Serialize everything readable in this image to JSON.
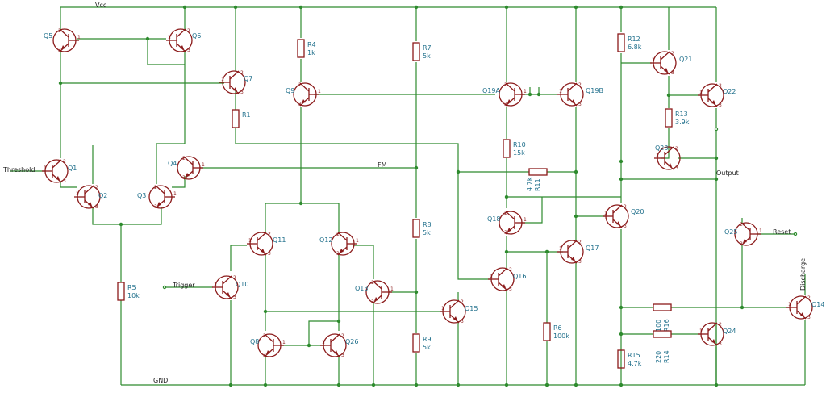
{
  "nets": {
    "vcc": "Vcc",
    "gnd": "GND",
    "fm": "FM",
    "threshold": "Threshold",
    "trigger": "Trigger",
    "reset": "Reset",
    "output": "Output",
    "discharge": "Discharge"
  },
  "transistors": {
    "Q1": "Q1",
    "Q2": "Q2",
    "Q3": "Q3",
    "Q4": "Q4",
    "Q5": "Q5",
    "Q6": "Q6",
    "Q7": "Q7",
    "Q8": "Q8",
    "Q9": "Q9",
    "Q10": "Q10",
    "Q11": "Q11",
    "Q12": "Q12",
    "Q13": "Q13",
    "Q14": "Q14",
    "Q15": "Q15",
    "Q16": "Q16",
    "Q17": "Q17",
    "Q18": "Q18",
    "Q19A": "Q19A",
    "Q19B": "Q19B",
    "Q20": "Q20",
    "Q21": "Q21",
    "Q22": "Q22",
    "Q23": "Q23",
    "Q24": "Q24",
    "Q25": "Q25",
    "Q26": "Q26"
  },
  "resistors": {
    "R1": {
      "ref": "R1",
      "value": ""
    },
    "R4": {
      "ref": "R4",
      "value": "1k"
    },
    "R5": {
      "ref": "R5",
      "value": "10k"
    },
    "R6": {
      "ref": "R6",
      "value": "100k"
    },
    "R7": {
      "ref": "R7",
      "value": "5k"
    },
    "R8": {
      "ref": "R8",
      "value": "5k"
    },
    "R9": {
      "ref": "R9",
      "value": "5k"
    },
    "R10": {
      "ref": "R10",
      "value": "15k"
    },
    "R11": {
      "ref": "R11",
      "value": "4.7k"
    },
    "R12": {
      "ref": "R12",
      "value": "6.8k"
    },
    "R13": {
      "ref": "R13",
      "value": "3.9k"
    },
    "R14": {
      "ref": "R14",
      "value": "220"
    },
    "R15": {
      "ref": "R15",
      "value": "4.7k"
    },
    "R16": {
      "ref": "R16",
      "value": "100"
    }
  },
  "pins": {
    "b": "1",
    "c": "2",
    "e": "3"
  },
  "colors": {
    "wire": "#2e8b2e",
    "part": "#8b1a1a",
    "ref": "#1f6f8b"
  }
}
